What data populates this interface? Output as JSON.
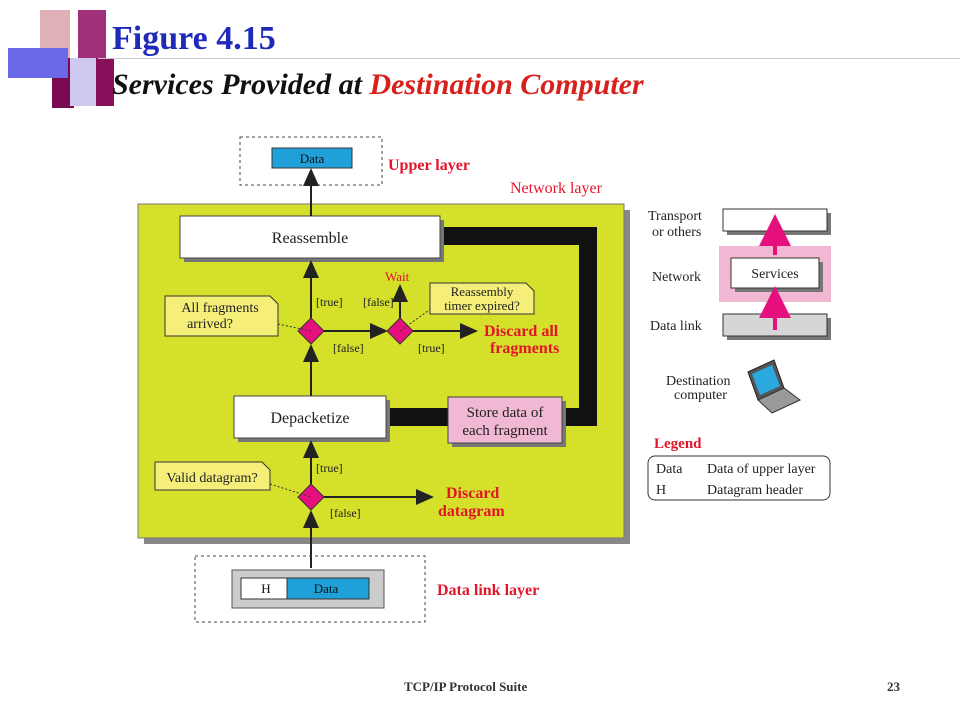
{
  "slide": {
    "title": "Figure 4.15",
    "subtitle_prefix": "Services Provided at ",
    "subtitle_highlight": "Destination Computer",
    "footer_left": "TCP/IP Protocol Suite",
    "page_number": "23"
  },
  "diagram": {
    "upper_data": "Data",
    "upper_layer": "Upper layer",
    "network_layer": "Network layer",
    "reassemble": "Reassemble",
    "wait": "Wait",
    "false_top": "[false]",
    "true_top": "[true]",
    "reassembly_note_1": "Reassembly",
    "reassembly_note_2": "timer expired?",
    "all_fragments_1": "All fragments",
    "all_fragments_2": "arrived?",
    "false_mid": "[false]",
    "true_mid": "[true]",
    "discard_all_1": "Discard all",
    "discard_all_2": "fragments",
    "depacketize": "Depacketize",
    "store_1": "Store data of",
    "store_2": "each fragment",
    "true_low": "[true]",
    "valid_datagram": "Valid datagram?",
    "discard_dg_1": "Discard",
    "discard_dg_2": "datagram",
    "false_low": "[false]",
    "h_label": "H",
    "data_label": "Data",
    "data_link_layer": "Data link layer"
  },
  "stack": {
    "transport_1": "Transport",
    "transport_2": "or others",
    "network": "Network",
    "services": "Services",
    "data_link": "Data link",
    "destination_1": "Destination",
    "destination_2": "computer",
    "legend_title": "Legend",
    "legend_data_key": "Data",
    "legend_data_val": "Data of upper layer",
    "legend_h_key": "H",
    "legend_h_val": "Datagram header"
  },
  "colors": {
    "lime": "#d4e02a",
    "magenta": "#e5107d",
    "pink": "#f0b8d2",
    "blue": "#1fa0d8",
    "red": "#e3152b",
    "title_blue": "#1f2bb8"
  }
}
